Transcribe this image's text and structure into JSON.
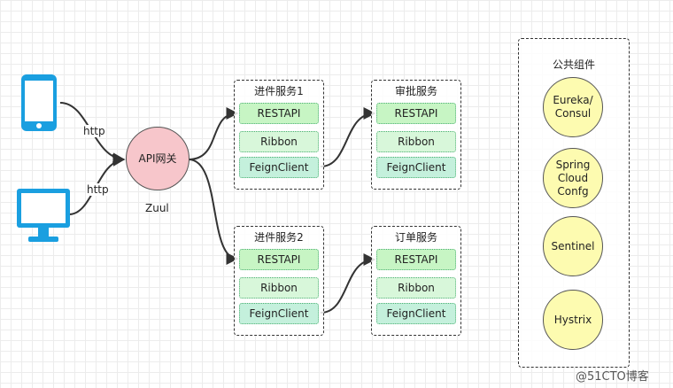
{
  "colors": {
    "device": "#1a9fe0",
    "gateway_fill": "#f7c6cb",
    "component_fill": "#fdfbb0",
    "restapi_fill": "#c7f5c4",
    "ribbon_fill": "#d8f7da",
    "feign_fill": "#c4f0dc"
  },
  "icons": [
    "phone-icon",
    "monitor-icon"
  ],
  "edges": {
    "phone_label": "http",
    "monitor_label": "http"
  },
  "gateway": {
    "label": "API网关",
    "caption": "Zuul"
  },
  "services": {
    "progress1": {
      "title": "进件服务1",
      "rest": "RESTAPI",
      "ribbon": "Ribbon",
      "feign": "FeignClient"
    },
    "approval": {
      "title": "审批服务",
      "rest": "RESTAPI",
      "ribbon": "Ribbon",
      "feign": "FeignClient"
    },
    "progress2": {
      "title": "进件服务2",
      "rest": "RESTAPI",
      "ribbon": "Ribbon",
      "feign": "FeignClient"
    },
    "order": {
      "title": "订单服务",
      "rest": "RESTAPI",
      "ribbon": "Ribbon",
      "feign": "FeignClient"
    }
  },
  "common": {
    "title": "公共组件",
    "eureka": "Eureka/\nConsul",
    "config": "Spring\nCloud\nConfg",
    "sentinel": "Sentinel",
    "hystrix": "Hystrix"
  },
  "watermark": "@51CTO博客"
}
